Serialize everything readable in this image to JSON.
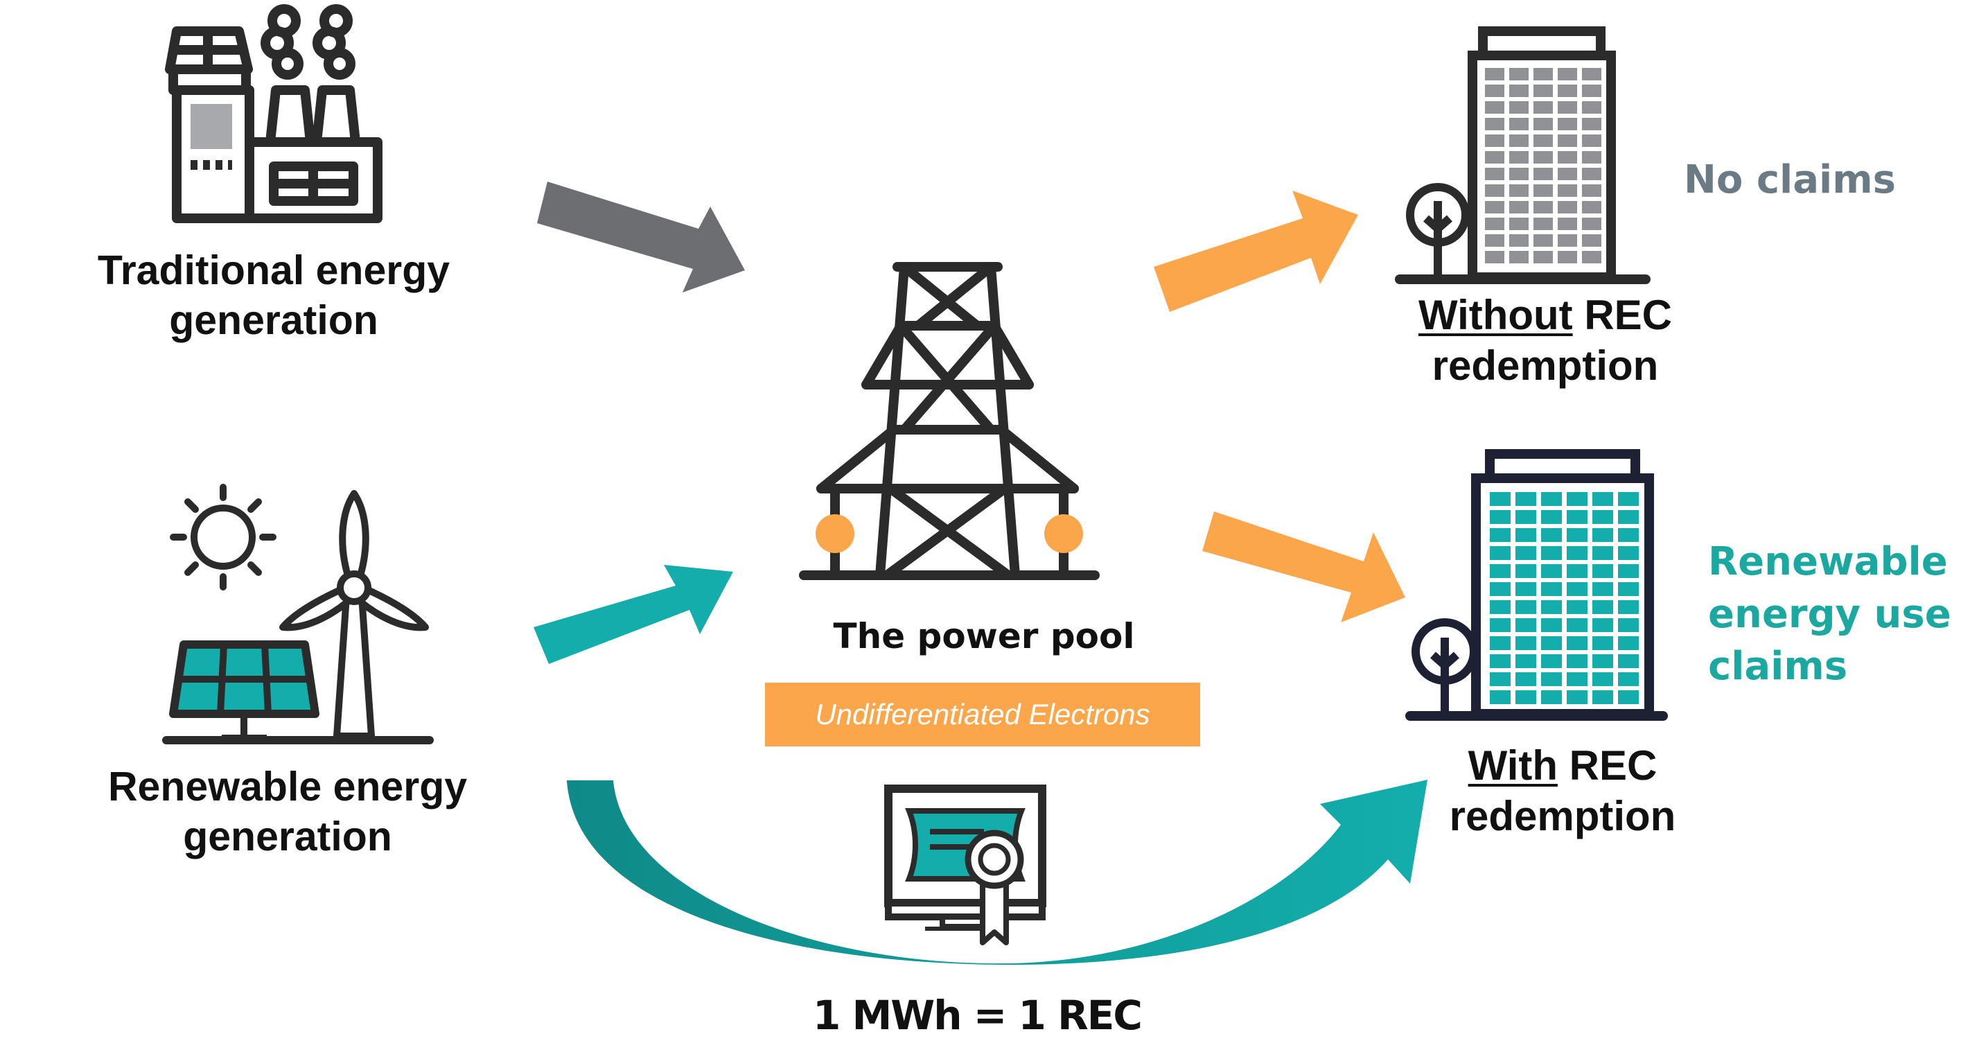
{
  "colors": {
    "grey": "#6d6e71",
    "orange": "#fba64b",
    "teal": "#13aeac",
    "dark": "#2b2b2b",
    "claim_grey": "#6b7b86",
    "claim_teal": "#1aa8a0"
  },
  "sources": {
    "traditional": {
      "line1": "Traditional energy",
      "line2": "generation",
      "icon": "factory-icon"
    },
    "renewable": {
      "line1": "Renewable energy",
      "line2": "generation",
      "icon": "solar-wind-icon"
    }
  },
  "pool": {
    "title": "The power pool",
    "subtitle": "Undifferentiated Electrons",
    "icon": "transmission-tower-icon"
  },
  "outcomes": {
    "without": {
      "emph": "Without",
      "rest": " REC",
      "line2": "redemption",
      "claim": "No claims",
      "icon": "office-building-icon"
    },
    "with": {
      "emph": "With",
      "rest": " REC",
      "line2": "redemption",
      "claim_lines": [
        "Renewable",
        "energy use",
        "claims"
      ],
      "icon": "office-building-icon"
    }
  },
  "certificate": {
    "label": "1 MWh = 1 REC",
    "icon": "certificate-icon"
  }
}
